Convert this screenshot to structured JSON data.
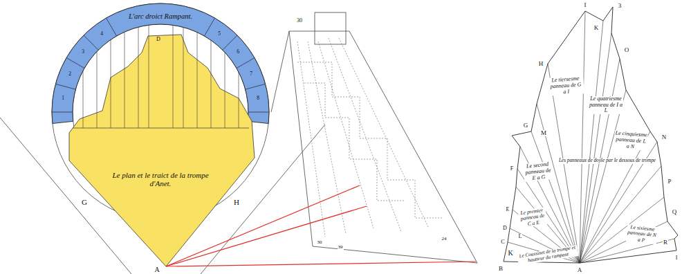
{
  "diagram": {
    "nodes": [
      {
        "text": [
          "L'arc droict Rampant."
        ]
      },
      {
        "text": [
          "Le plan et le traict de la trompe d'Anet."
        ]
      },
      {
        "text": [
          "Les panneaux de doyle par le dessous de trompe"
        ]
      },
      {
        "text": [
          "Le tiersesme panneau de G a I"
        ],
        "in": 2
      },
      {
        "text": [
          "Le quatriesme panneau de I a L"
        ],
        "in": 2
      },
      {
        "text": [
          "Le second panneau de E a G"
        ],
        "in": 2
      },
      {
        "text": [
          "Le cinquiesme panneau de L a N"
        ],
        "in": 2
      },
      {
        "text": [
          "Le premier panneau de C a E"
        ],
        "in": 2
      },
      {
        "text": [
          "Le sixiesme panneau de N a P"
        ],
        "in": 2
      },
      {
        "text": [
          "Le Coussinet de la trompe et hautteur du rampant"
        ],
        "in": 2
      }
    ],
    "labels": [
      "D",
      "G",
      "H",
      "A",
      "30",
      "39",
      "30",
      "24",
      "1",
      "2",
      "3",
      "4",
      "5",
      "6",
      "7",
      "8",
      "I",
      "3",
      "K",
      "O",
      "H",
      "N",
      "G",
      "M",
      "F",
      "P",
      "E",
      "Q",
      "D",
      "L",
      "C",
      "R",
      "K",
      "B",
      "A",
      "I"
    ]
  }
}
